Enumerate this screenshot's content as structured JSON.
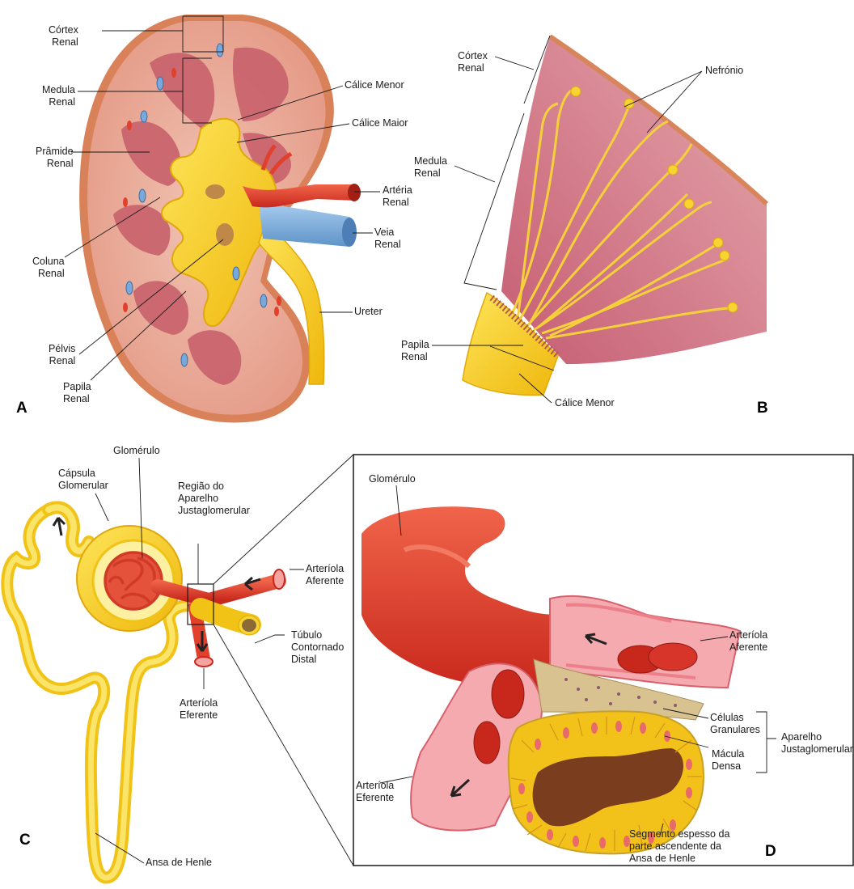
{
  "panels": {
    "a": {
      "letter": "A",
      "labels": {
        "cortex": "Córtex\nRenal",
        "medula": "Medula\nRenal",
        "piramide": "Prâmide\nRenal",
        "coluna": "Coluna\nRenal",
        "pelvis": "Pélvis\nRenal",
        "papila": "Papila\nRenal",
        "calice_menor": "Cálice Menor",
        "calice_maior": "Cálice Maior",
        "arteria": "Artéria\nRenal",
        "veia": "Veia\nRenal",
        "ureter": "Ureter"
      }
    },
    "b": {
      "letter": "B",
      "labels": {
        "cortex": "Córtex\nRenal",
        "nefronio": "Nefrónio",
        "medula": "Medula\nRenal",
        "papila": "Papila\nRenal",
        "calice_menor": "Cálice Menor"
      }
    },
    "c": {
      "letter": "C",
      "labels": {
        "glomerulo": "Glomérulo",
        "capsula": "Cápsula\nGlomerular",
        "regiao": "Região do\nAparelho\nJustaglomerular",
        "aferente": "Arteríola\nAferente",
        "tubulo": "Túbulo\nContornado\nDistal",
        "eferente": "Arteríola\nEferente",
        "ansa": "Ansa de Henle"
      }
    },
    "d": {
      "letter": "D",
      "labels": {
        "glomerulo": "Glomérulo",
        "aferente": "Arteríola\nAferente",
        "granulares": "Células\nGranulares",
        "aparelho": "Aparelho\nJustaglomerular",
        "macula": "Mácula\nDensa",
        "eferente": "Arteríola\nEferente",
        "segmento": "Segmento espesso  da\nparte ascendente da\nAnsa de Henle"
      }
    }
  },
  "colors": {
    "tissue": "#e8a08e",
    "medulla": "#c9616c",
    "capsule": "#d9855c",
    "pelvis": "#f3c21a",
    "artery": "#e0402c",
    "vein": "#79a9d9",
    "tubule": "#f6d431"
  }
}
